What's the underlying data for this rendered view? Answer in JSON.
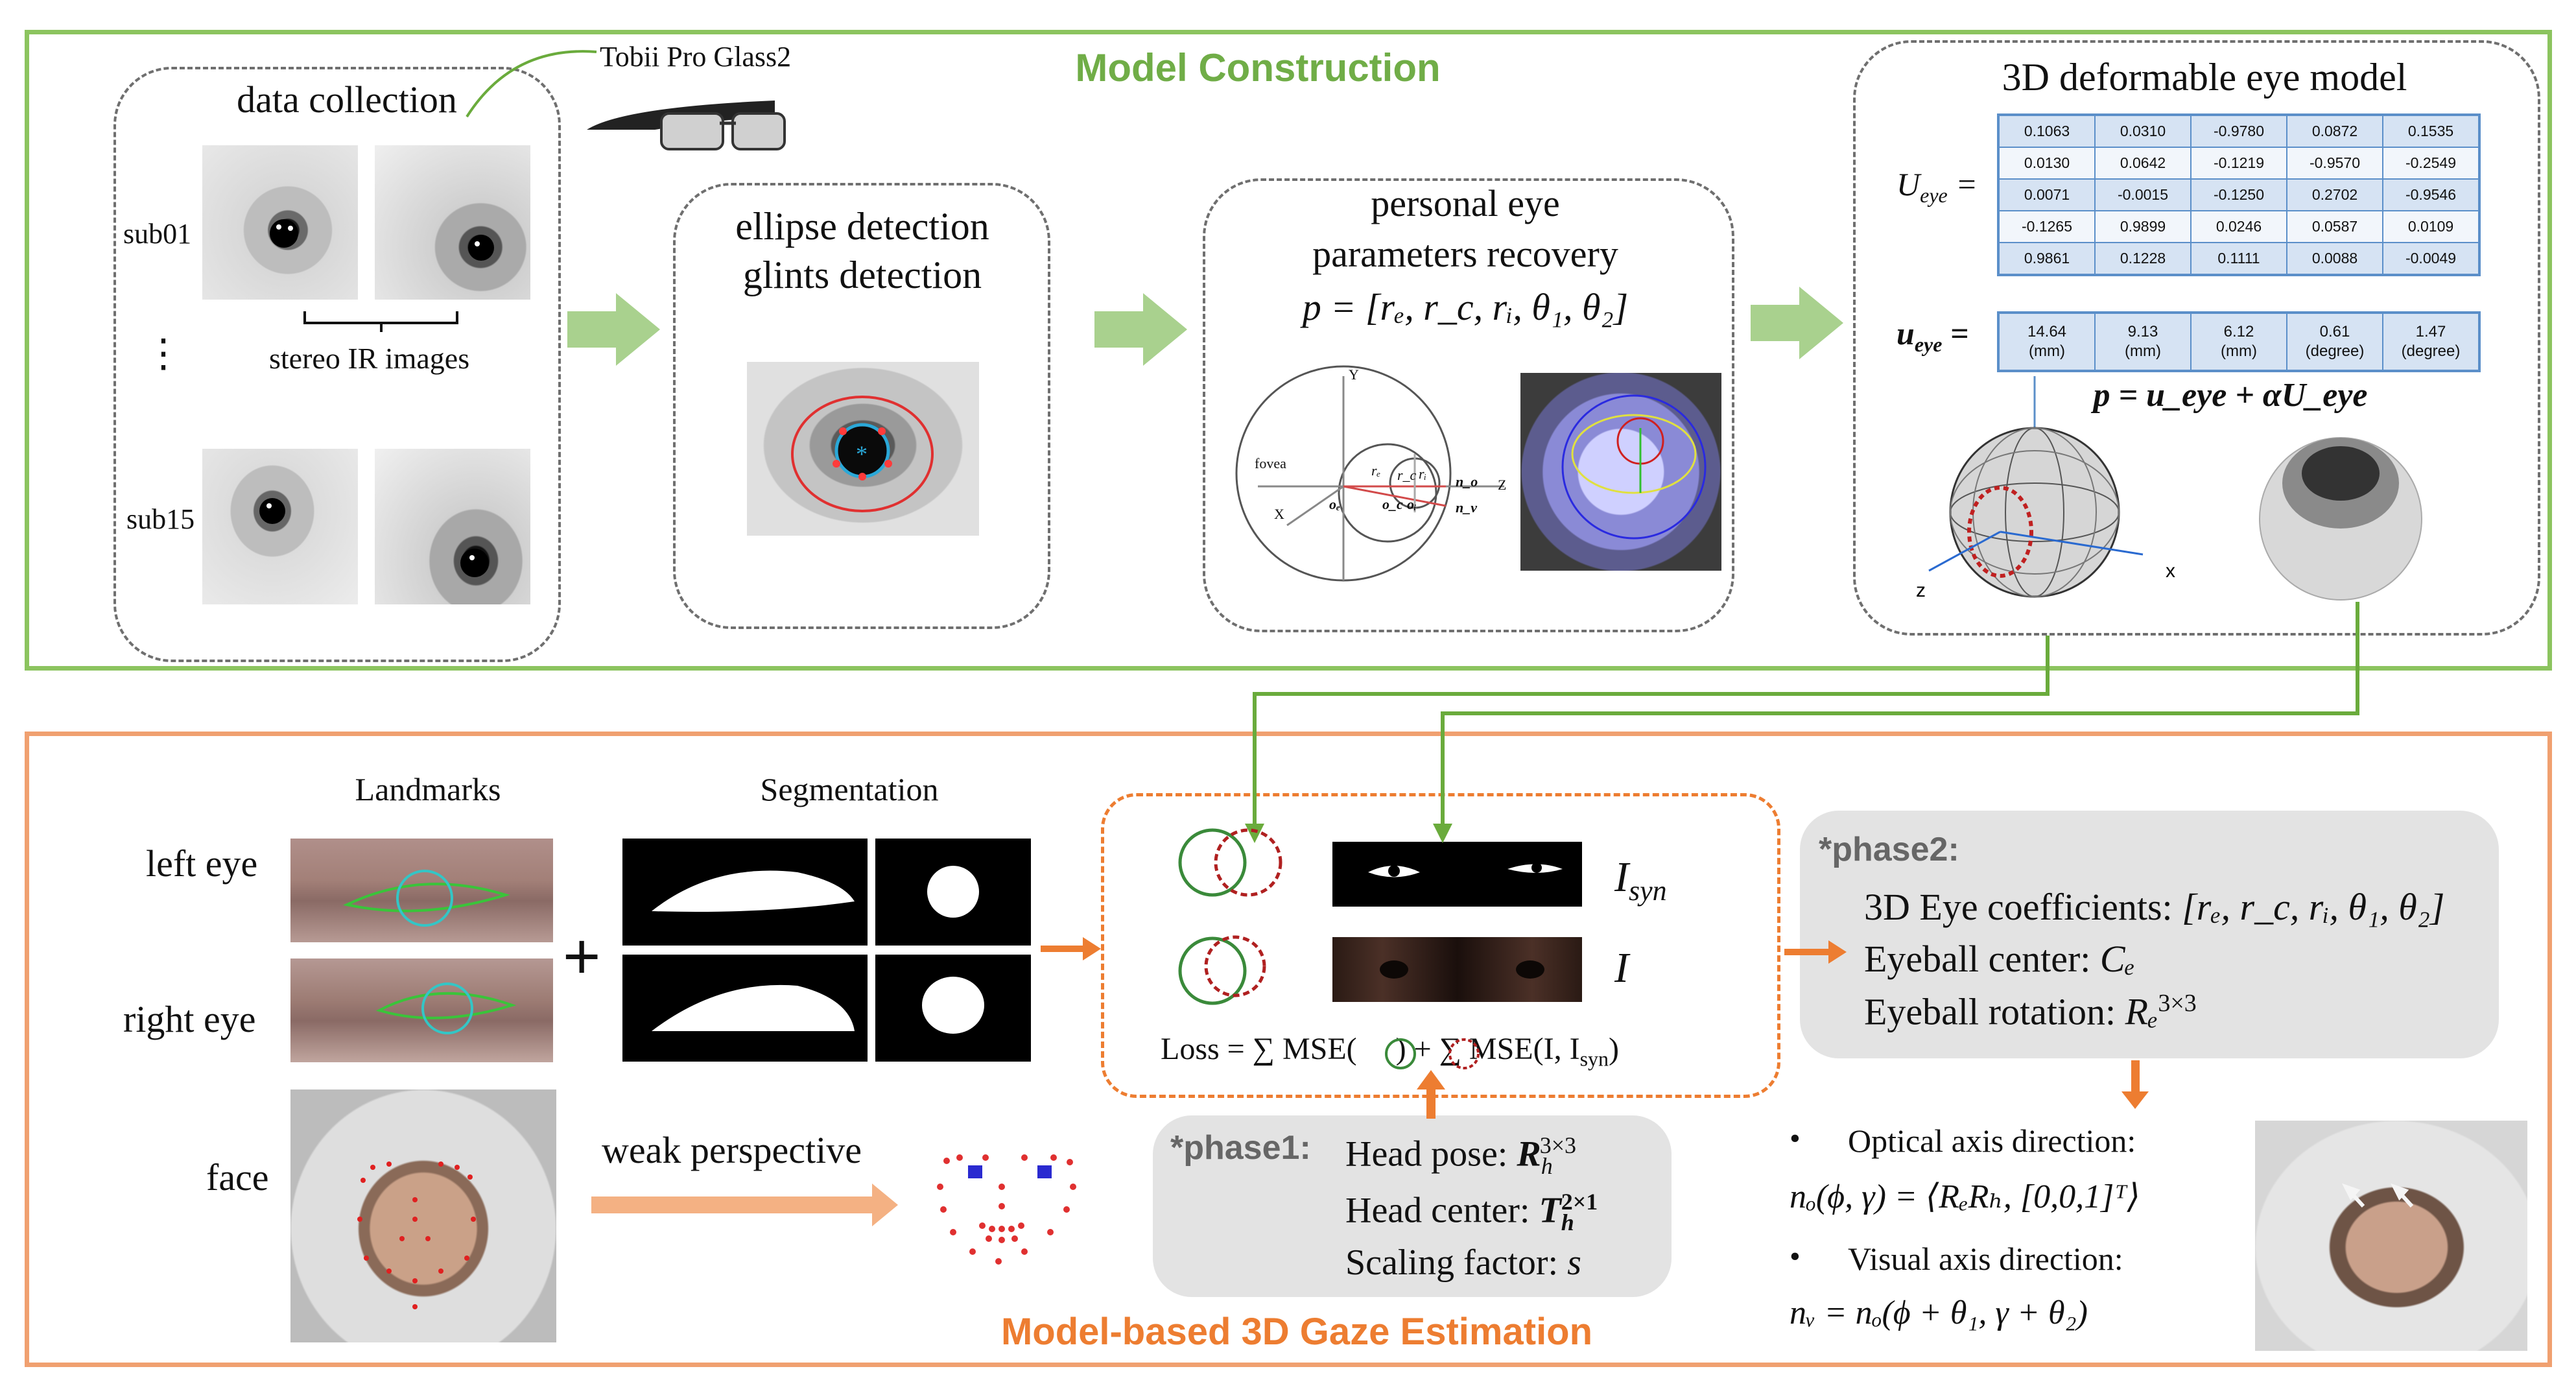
{
  "sections": {
    "model_construction": "Model Construction",
    "gaze_estimation": "Model-based 3D Gaze Estimation"
  },
  "data_collection": {
    "title": "data collection",
    "device": "Tobii Pro Glass2",
    "sub_first": "sub01",
    "sub_last": "sub15",
    "ellipsis": "⋮",
    "stereo": "stereo IR images"
  },
  "ellipse_box": {
    "line1": "ellipse detection",
    "line2": "glints detection"
  },
  "personal_box": {
    "line1": "personal eye",
    "line2": "parameters recovery",
    "formula": "p = [rₑ, r_c, rᵢ, θ₁, θ₂]",
    "fovea": "fovea",
    "axis_y": "Y",
    "axis_x": "X",
    "axis_z": "Z",
    "label_oe": "oₑ",
    "label_oc": "o_c",
    "label_oi": "oᵢ",
    "label_no": "n_o",
    "label_nv": "n_v",
    "label_re": "rₑ",
    "label_rc": "r_c",
    "label_ri": "rᵢ"
  },
  "deformable": {
    "title": "3D deformable eye model",
    "U_label": "U",
    "U_sub": "eye",
    "u_label": "u",
    "u_sub": "eye",
    "matrix": [
      [
        "0.1063",
        "0.0310",
        "-0.9780",
        "0.0872",
        "0.1535"
      ],
      [
        "0.0130",
        "0.0642",
        "-0.1219",
        "-0.9570",
        "-0.2549"
      ],
      [
        "0.0071",
        "-0.0015",
        "-0.1250",
        "0.2702",
        "-0.9546"
      ],
      [
        "-0.1265",
        "0.9899",
        "0.0246",
        "0.0587",
        "0.0109"
      ],
      [
        "0.9861",
        "0.1228",
        "0.1111",
        "0.0088",
        "-0.0049"
      ]
    ],
    "mean": [
      {
        "value": "14.64",
        "unit": "(mm)"
      },
      {
        "value": "9.13",
        "unit": "(mm)"
      },
      {
        "value": "6.12",
        "unit": "(mm)"
      },
      {
        "value": "0.61",
        "unit": "(degree)"
      },
      {
        "value": "1.47",
        "unit": "(degree)"
      }
    ],
    "equation": "p = u_eye + αU_eye",
    "axis_z": "z",
    "axis_x": "x"
  },
  "inputs": {
    "landmarks": "Landmarks",
    "segmentation": "Segmentation",
    "left_eye": "left eye",
    "right_eye": "right eye",
    "face": "face",
    "plus": "+",
    "weak_perspective": "weak perspective"
  },
  "render_box": {
    "I_syn": "I",
    "I_syn_sub": "syn",
    "I": "I",
    "loss_prefix": "Loss = ∑ MSE(",
    "loss_mid": ") + ∑ MSE(I, I",
    "loss_sub": "syn",
    "loss_suffix": ")"
  },
  "phase1": {
    "tag": "*phase1:",
    "head_pose": "Head pose: ",
    "head_pose_sym": "R",
    "head_pose_sub": "h",
    "head_pose_sup": "3×3",
    "head_center": "Head center: ",
    "head_center_sym": "T",
    "head_center_sub": "h",
    "head_center_sup": "2×1",
    "scaling": "Scaling factor: ",
    "scaling_sym": "s"
  },
  "phase2": {
    "tag": "*phase2:",
    "coeff": "3D Eye coefficients: ",
    "coeff_formula": "[rₑ, r_c, rᵢ, θ₁, θ₂]",
    "center": "Eyeball center: ",
    "center_sym": "Cₑ",
    "rotation": "Eyeball rotation: ",
    "rotation_sym": "Rₑ",
    "rotation_sup": "3×3"
  },
  "outputs": {
    "optical_title": "Optical axis direction:",
    "optical_formula": "nₒ(ϕ, γ) = ⟨RₑRₕ, [0,0,1]ᵀ⟩",
    "visual_title": "Visual axis direction:",
    "visual_formula": "nᵥ = nₒ(ϕ + θ₁, γ + θ₂)",
    "bullet": "•"
  },
  "colors": {
    "green": "#8cc45f",
    "green_title": "#70ad47",
    "green_arrow": "#a9d18e",
    "green_line": "#6aab3c",
    "orange": "#f0a070",
    "orange_title": "#ed7d31",
    "orange_arrow": "#f4b183"
  }
}
